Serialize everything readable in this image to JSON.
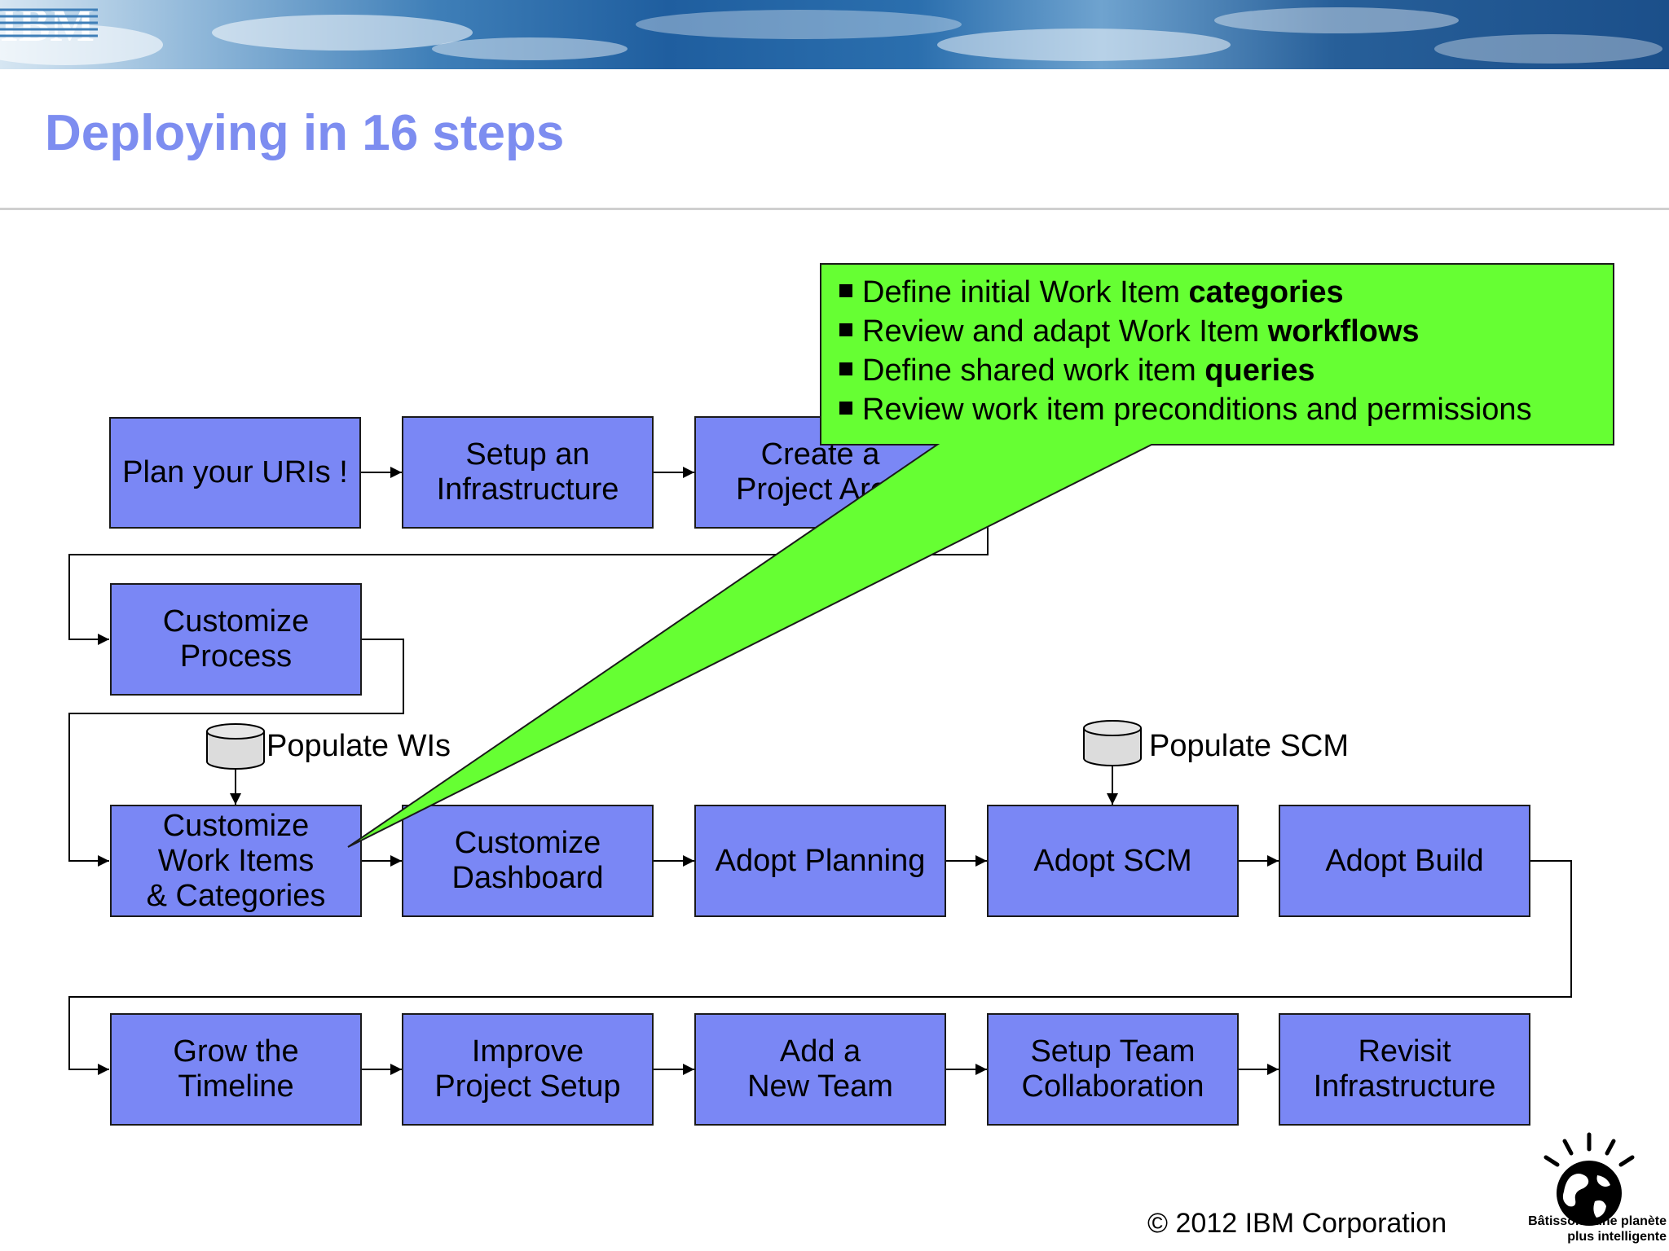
{
  "slide": {
    "title": "Deploying in 16 steps",
    "logo_text": "IBM",
    "copyright": "© 2012 IBM Corporation",
    "tagline_line1": "Bâtissons une planète",
    "tagline_line2": "plus intelligente"
  },
  "steps": {
    "plan_uris": "Plan your URIs !",
    "setup_infra": [
      "Setup an",
      "Infrastructure"
    ],
    "create_project": [
      "Create a",
      "Project Area"
    ],
    "customize_process": [
      "Customize",
      "Process"
    ],
    "customize_wi": [
      "Customize",
      "Work Items",
      "& Categories"
    ],
    "customize_dashboard": [
      "Customize",
      "Dashboard"
    ],
    "adopt_planning": "Adopt Planning",
    "adopt_scm": "Adopt SCM",
    "adopt_build": "Adopt Build",
    "grow_timeline": [
      "Grow the",
      "Timeline"
    ],
    "improve_setup": [
      "Improve",
      "Project Setup"
    ],
    "add_team": [
      "Add a",
      "New Team"
    ],
    "setup_collab": [
      "Setup Team",
      "Collaboration"
    ],
    "revisit_infra": [
      "Revisit",
      "Infrastructure"
    ]
  },
  "populate": {
    "wis": "Populate WIs",
    "scm": "Populate SCM"
  },
  "callout": {
    "lines": [
      {
        "text": "Define initial Work Item ",
        "bold": "categories"
      },
      {
        "text": "Review and adapt Work Item ",
        "bold": "workflows"
      },
      {
        "text": "Define shared work item ",
        "bold": "queries"
      },
      {
        "text": "Review work item preconditions and permissions",
        "bold": ""
      }
    ]
  },
  "colors": {
    "title": "#7d8df0",
    "step_box": "#7a87f5",
    "callout": "#66ff33",
    "database": "#dcdcdc"
  }
}
